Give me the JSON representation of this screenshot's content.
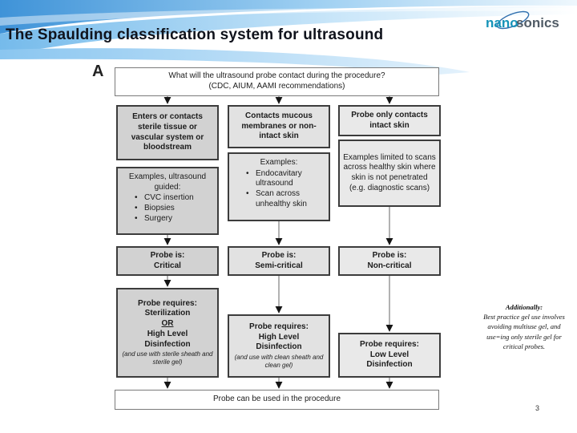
{
  "slide": {
    "title": "The Spaulding classification system for ultrasound",
    "diagram_label": "A",
    "page_number": "3"
  },
  "logo": {
    "nano": "nano",
    "sonics": "sonics"
  },
  "colors": {
    "wave_blue": "#3f93d8",
    "logo_teal": "#1593b8",
    "logo_slate": "#515c66",
    "box_fill_critical": "#d2d2d2",
    "box_fill_semicritical": "#e2e2e2",
    "box_fill_noncritical": "#e9e9e9"
  },
  "flowchart": {
    "question_line1": "What will the ultrasound probe contact during the procedure?",
    "question_line2": "(CDC, AIUM, AAMI recommendations)",
    "columns": [
      {
        "contact": "Enters or contacts sterile tissue or vascular system or bloodstream",
        "examples_heading": "Examples, ultrasound guided:",
        "examples": [
          "CVC insertion",
          "Biopsies",
          "Surgery"
        ],
        "probe_is_label": "Probe is:",
        "probe_is": "Critical",
        "requires_label": "Probe requires:",
        "requires_line1": "Sterilization",
        "requires_or": "OR",
        "requires_line2": "High Level",
        "requires_line3": "Disinfection",
        "requires_note": "(and use with sterile sheath and sterile gel)"
      },
      {
        "contact": "Contacts mucous membranes or non-intact skin",
        "examples_heading": "Examples:",
        "examples": [
          "Endocavitary ultrasound",
          "Scan across unhealthy skin"
        ],
        "probe_is_label": "Probe is:",
        "probe_is": "Semi-critical",
        "requires_label": "Probe requires:",
        "requires_line2": "High Level",
        "requires_line3": "Disinfection",
        "requires_note": "(and use with clean sheath and clean gel)"
      },
      {
        "contact": "Probe only contacts intact skin",
        "examples_text": "Examples limited to scans across healthy skin where skin is not penetrated (e.g. diagnostic scans)",
        "probe_is_label": "Probe is:",
        "probe_is": "Non-critical",
        "requires_label": "Probe requires:",
        "requires_line2": "Low Level",
        "requires_line3": "Disinfection"
      }
    ],
    "outcome": "Probe can be used in the procedure"
  },
  "side_note": {
    "title": "Additionally:",
    "body": "Best practice gel use involves avoiding multiuse gel, and use=ing only sterile gel for critical probes."
  }
}
